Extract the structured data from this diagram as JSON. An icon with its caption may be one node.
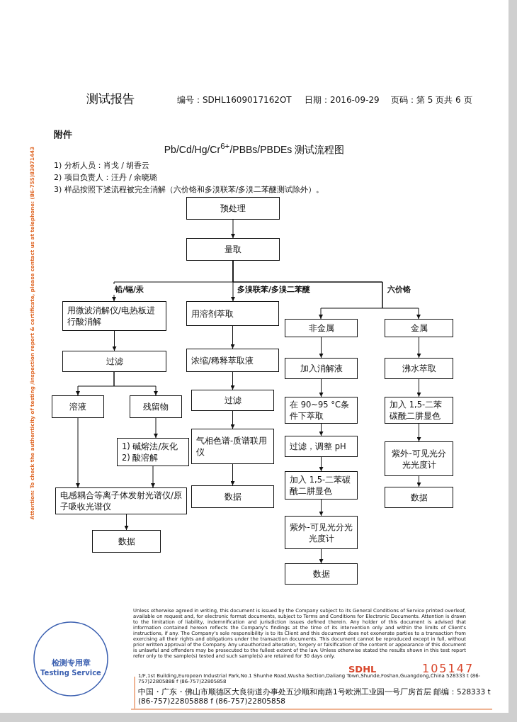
{
  "diagram": {
    "title": "Pb/Cd/Hg/Cr$^{6+}$/PBBs/PBDEs 测试流程图",
    "nodes": [
      {
        "text": [
          "预处理"
        ]
      },
      {
        "text": [
          "量取"
        ]
      },
      {
        "text": [
          "用微波消解仪/电热板进行酸消解"
        ]
      },
      {
        "text": [
          "过滤"
        ]
      },
      {
        "text": [
          "溶液"
        ]
      },
      {
        "text": [
          "残留物"
        ]
      },
      {
        "text": [
          "1) 碱熔法/灰化",
          "2) 酸溶解"
        ]
      },
      {
        "text": [
          "电感耦合等离子体发射光谱仪/原子吸收光谱仪"
        ]
      },
      {
        "text": [
          "数据"
        ]
      },
      {
        "text": [
          "用溶剂萃取"
        ]
      },
      {
        "text": [
          "浓缩/稀释萃取液"
        ]
      },
      {
        "text": [
          "过滤"
        ]
      },
      {
        "text": [
          "气相色谱-质谱联用仪"
        ]
      },
      {
        "text": [
          "数据"
        ]
      },
      {
        "text": [
          "非金属"
        ]
      },
      {
        "text": [
          "加入消解液"
        ]
      },
      {
        "text": [
          "在 90~95 °C条件下萃取"
        ]
      },
      {
        "text": [
          "过滤，调整 pH"
        ]
      },
      {
        "text": [
          "加入 1,5-二苯碳酰二肼显色"
        ]
      },
      {
        "text": [
          "紫外-可见光分光光度计"
        ]
      },
      {
        "text": [
          "数据"
        ]
      },
      {
        "text": [
          "金属"
        ]
      },
      {
        "text": [
          "沸水萃取"
        ]
      },
      {
        "text": [
          "加入 1,5-二苯碳酰二肼显色"
        ]
      },
      {
        "text": [
          "紫外-可见光分光光度计"
        ]
      },
      {
        "text": [
          "数据"
        ]
      }
    ],
    "edges": [
      {
        "from": 0,
        "to": 1,
        "arrow": "to"
      },
      {
        "from": 1,
        "to": 2,
        "arrow": "to",
        "label": "铅/镉/汞"
      },
      {
        "from": 1,
        "to": 9,
        "arrow": "to",
        "label": "多溴联苯/多溴二苯醚"
      },
      {
        "from": 1,
        "to": 14,
        "arrow": "to",
        "label": "六价铬"
      },
      {
        "from": 1,
        "to": 21,
        "arrow": "to"
      },
      {
        "from": 2,
        "to": 3,
        "arrow": "to"
      },
      {
        "from": 3,
        "to": 4,
        "arrow": "to"
      },
      {
        "from": 3,
        "to": 5,
        "arrow": "to"
      },
      {
        "from": 5,
        "to": 6,
        "arrow": "to"
      },
      {
        "from": 4,
        "to": 7,
        "arrow": "to"
      },
      {
        "from": 6,
        "to": 7,
        "arrow": "to"
      },
      {
        "from": 7,
        "to": 8,
        "arrow": "to"
      },
      {
        "from": 9,
        "to": 10,
        "arrow": "to"
      },
      {
        "from": 10,
        "to": 11,
        "arrow": "to"
      },
      {
        "from": 11,
        "to": 12,
        "arrow": "to"
      },
      {
        "from": 12,
        "to": 13,
        "arrow": "to"
      },
      {
        "from": 14,
        "to": 15,
        "arrow": "to"
      },
      {
        "from": 15,
        "to": 16,
        "arrow": "to"
      },
      {
        "from": 16,
        "to": 17,
        "arrow": "to"
      },
      {
        "from": 17,
        "to": 18,
        "arrow": "to"
      },
      {
        "from": 18,
        "to": 19,
        "arrow": "to"
      },
      {
        "from": 19,
        "to": 20,
        "arrow": "to"
      },
      {
        "from": 21,
        "to": 22,
        "arrow": "to"
      },
      {
        "from": 22,
        "to": 23,
        "arrow": "to"
      },
      {
        "from": 23,
        "to": 24,
        "arrow": "to"
      },
      {
        "from": 24,
        "to": 25,
        "arrow": "to"
      }
    ],
    "labels": [
      "测试报告",
      "编号：SDHL1609017162OT",
      "日期：2016-09-29",
      "页码：第 5 页共 6 页",
      "附件",
      "1) 分析人员：肖戈 / 胡香云",
      "2) 项目负责人：汪丹 / 余晓璐",
      "3) 样品按照下述流程被完全消解（六价铬和多溴联苯/多溴二苯醚测试除外）。",
      "Attention: To check the authenticity of testing /inspection report & certificate, please contact us at telephone: (86-755)83071443",
      "Unless otherwise agreed in writing, this document is issued by the Company subject to its General Conditions of Service printed overleaf, available on request and, for electronic format documents, subject to Terms and Conditions for Electronic Documents. Attention is drawn to the limitation of liability, indemnification and jurisdiction issues defined therein. Any holder of this document is advised that information contained hereon reflects the Company's findings at the time of its intervention only and within the limits of Client's instructions, if any. The Company's sole responsibility is to its Client and this document does not exonerate parties to a transaction from exercising all their rights and obligations under the transaction documents. This document cannot be reproduced except in full, without prior written approval of the Company. Any unauthorized alteration, forgery or falsification of the content or appearance of this document is unlawful and offenders may be prosecuted to the fullest extent of the law. Unless otherwise stated the results shown in this test report refer only to the sample(s) tested and such sample(s) are retained for 30 days only.",
      "SDHL",
      "105147",
      "1/F,1st Building,European Industrial Park,No.1 Shunhe Road,Wusha Section,Daliang Town,Shunde,Foshan,Guangdong,China 528333 t (86-757)22805888 f (86-757)22805858",
      "中国・广东・佛山市顺德区大良街道办事处五沙顺和南路1号欧洲工业园一号厂房首层 邮编：528333 t (86-757)22805888 f (86-757)22805858",
      "检测专用章",
      "Testing Service"
    ]
  }
}
